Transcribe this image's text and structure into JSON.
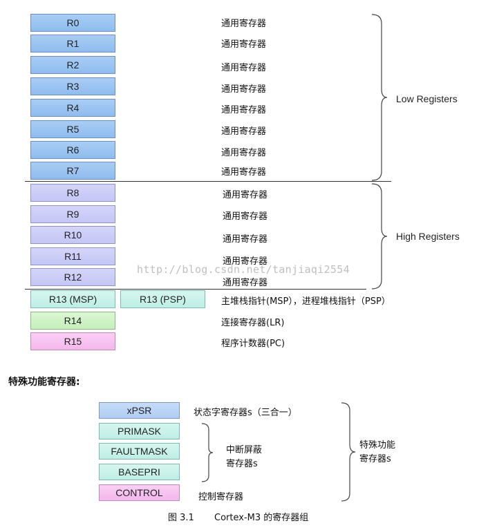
{
  "general_purpose": {
    "low": [
      {
        "name": "R0",
        "desc": "通用寄存器"
      },
      {
        "name": "R1",
        "desc": "通用寄存器"
      },
      {
        "name": "R2",
        "desc": "通用寄存器"
      },
      {
        "name": "R3",
        "desc": "通用寄存器"
      },
      {
        "name": "R4",
        "desc": "通用寄存器"
      },
      {
        "name": "R5",
        "desc": "通用寄存器"
      },
      {
        "name": "R6",
        "desc": "通用寄存器"
      },
      {
        "name": "R7",
        "desc": "通用寄存器"
      }
    ],
    "low_label": "Low Registers",
    "high": [
      {
        "name": "R8",
        "desc": "通用寄存器"
      },
      {
        "name": "R9",
        "desc": "通用寄存器"
      },
      {
        "name": "R10",
        "desc": "通用寄存器"
      },
      {
        "name": "R11",
        "desc": "通用寄存器"
      },
      {
        "name": "R12",
        "desc": "通用寄存器"
      }
    ],
    "high_label": "High Registers",
    "r13_msp": "R13 (MSP)",
    "r13_psp": "R13 (PSP)",
    "r13_desc": "主堆栈指针(MSP），进程堆栈指针（PSP）",
    "r14": "R14",
    "r14_desc": "连接寄存器(LR)",
    "r15": "R15",
    "r15_desc": "程序计数器(PC)"
  },
  "watermark": "http://blog.csdn.net/tanjiaqi2554",
  "special_title": "特殊功能寄存器:",
  "special": {
    "xpsr": "xPSR",
    "xpsr_desc": "状态字寄存器s（三合一）",
    "primask": "PRIMASK",
    "faultmask": "FAULTMASK",
    "basepri": "BASEPRI",
    "mask_desc_line1": "中断屏蔽",
    "mask_desc_line2": "寄存器s",
    "control": "CONTROL",
    "control_desc": "控制寄存器",
    "group_label_line1": "特殊功能",
    "group_label_line2": "寄存器s"
  },
  "caption": {
    "figure": "图 3.1",
    "text": "Cortex-M3 的寄存器组"
  },
  "colors": {
    "low_fill": "#9fc6f2",
    "high_fill": "#cbcdf8",
    "r13_fill": "#c9f2ea",
    "r14_fill": "#cff3c7",
    "r15_fill": "#f7c2f0",
    "xpsr_fill": "#bcd5f6",
    "control_fill": "#f7c2f0"
  }
}
